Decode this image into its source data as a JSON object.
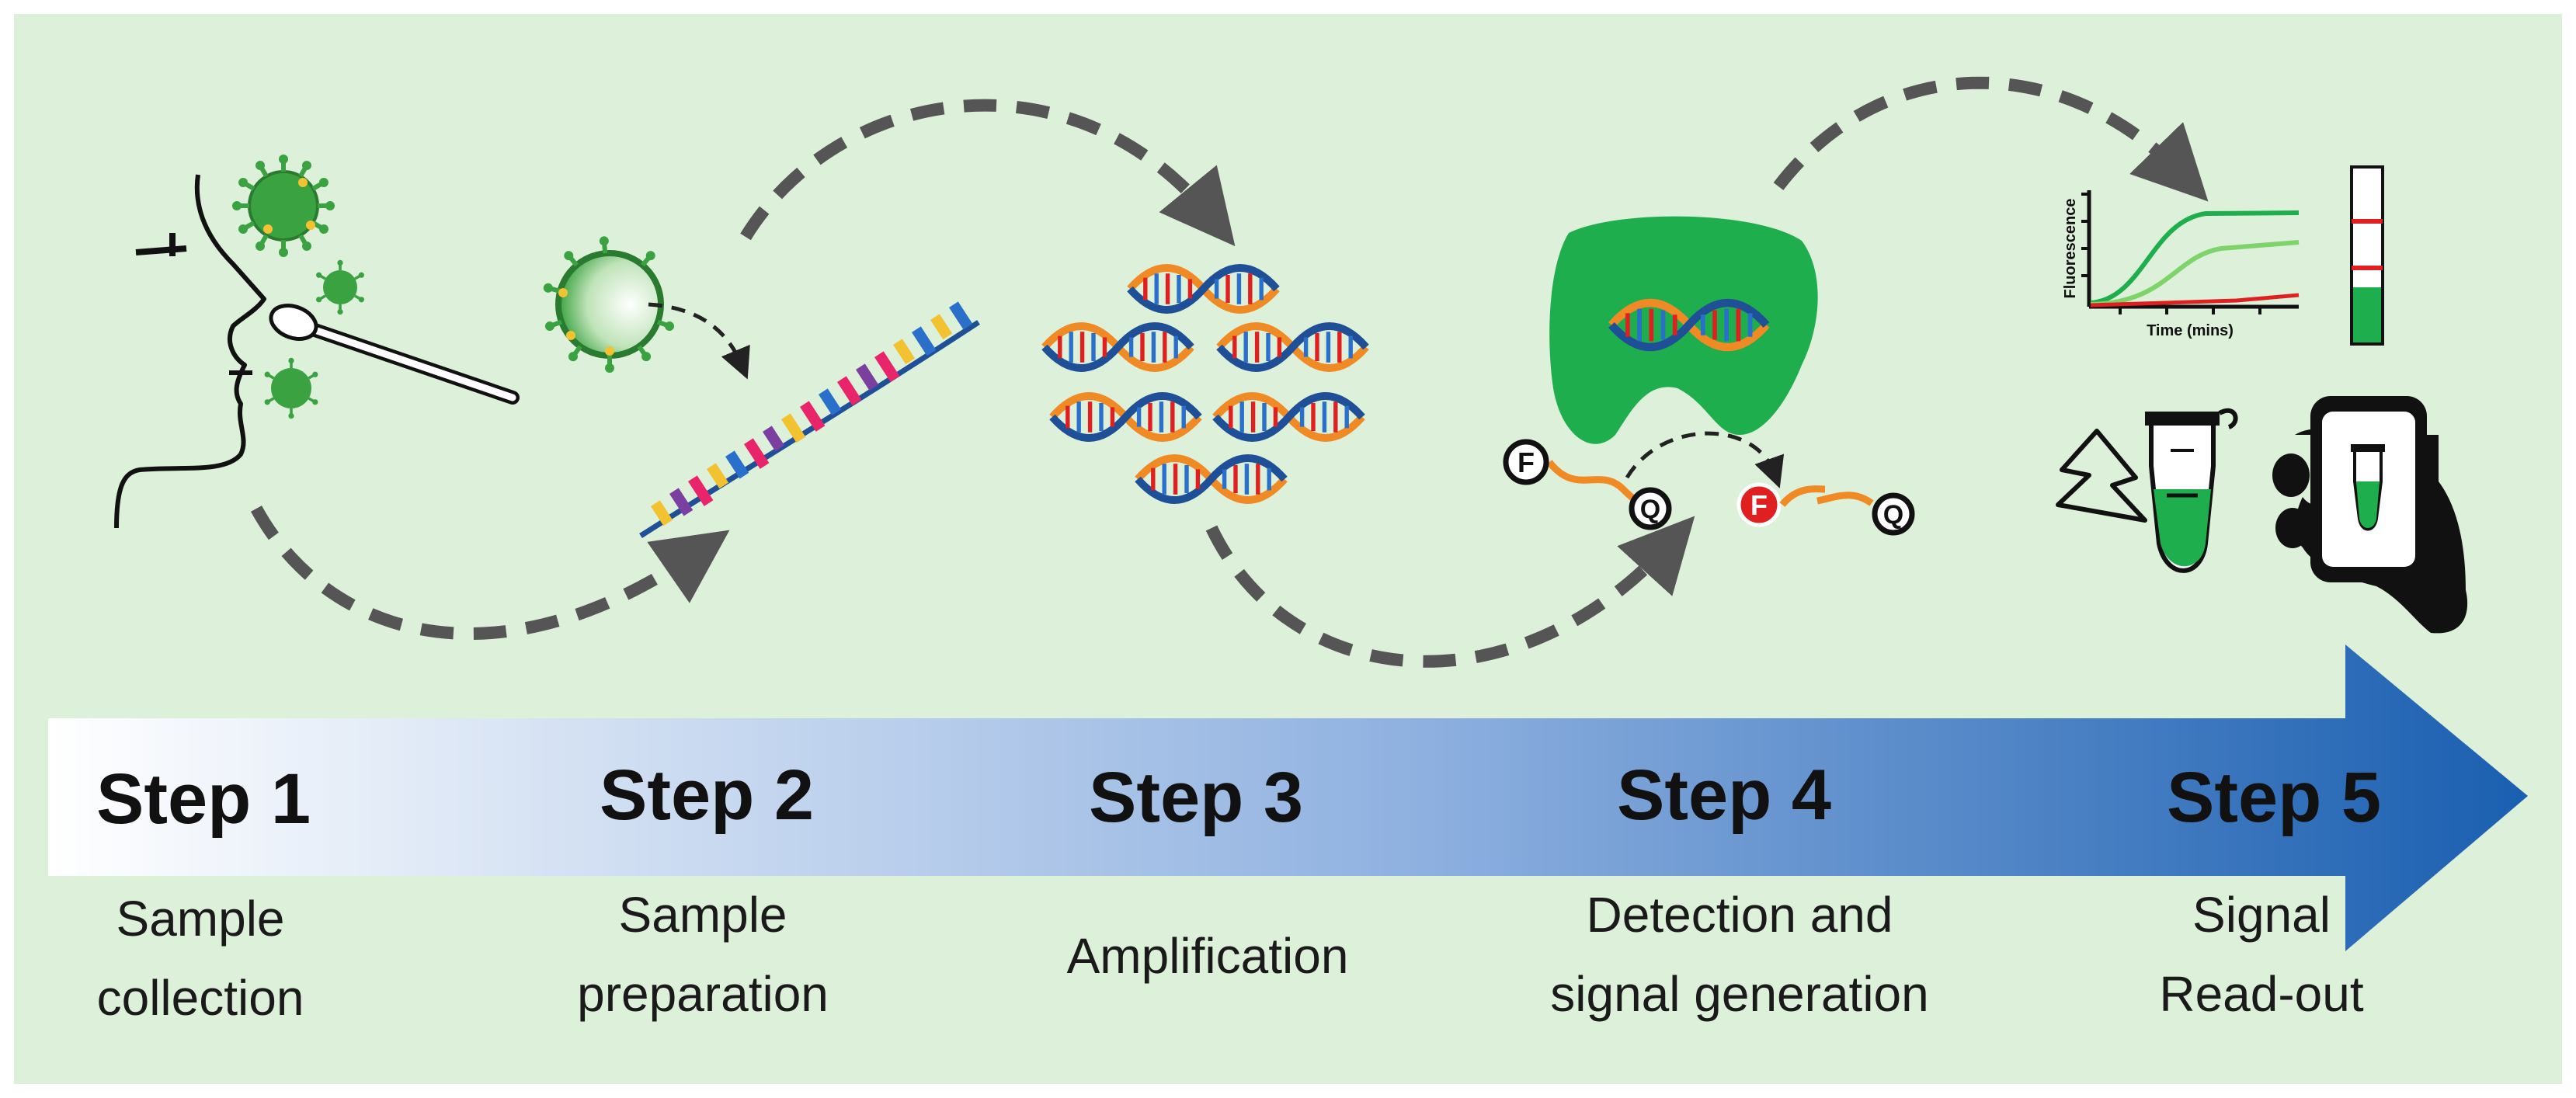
{
  "colors": {
    "background": "#ddf0d9",
    "arrow_start": "#ffffff",
    "arrow_end": "#1a5fb0",
    "dash": "#555555",
    "virus": "#3aa241",
    "dna_orange": "#f08a24",
    "dna_blue": "#1f4f96",
    "cas": "#1fae4e",
    "fluor_red": "#e02020",
    "curve_dark": "#1fae4e",
    "curve_light": "#7ed36a"
  },
  "steps": [
    {
      "title": "Step 1",
      "desc1": "Sample",
      "desc2": "collection"
    },
    {
      "title": "Step 2",
      "desc1": "Sample",
      "desc2": "preparation"
    },
    {
      "title": "Step 3",
      "desc1": "",
      "desc2": "Amplification"
    },
    {
      "title": "Step 4",
      "desc1": "Detection and",
      "desc2": "signal generation"
    },
    {
      "title": "Step 5",
      "desc1": "Signal",
      "desc2": "Read-out"
    }
  ],
  "chart": {
    "xlabel": "Time (mins)",
    "ylabel": "Fluorescence"
  },
  "reporter": {
    "fluorophore": "F",
    "quencher": "Q"
  },
  "icons": {
    "step1": "nasal-swab-icon",
    "step2": "rna-extraction-icon",
    "step3": "dna-amplification-icon",
    "step4": "cas-cleavage-icon",
    "step5": [
      "fluorescence-chart-icon",
      "lateral-flow-strip-icon",
      "lightning-tube-icon",
      "smartphone-readout-icon"
    ]
  }
}
